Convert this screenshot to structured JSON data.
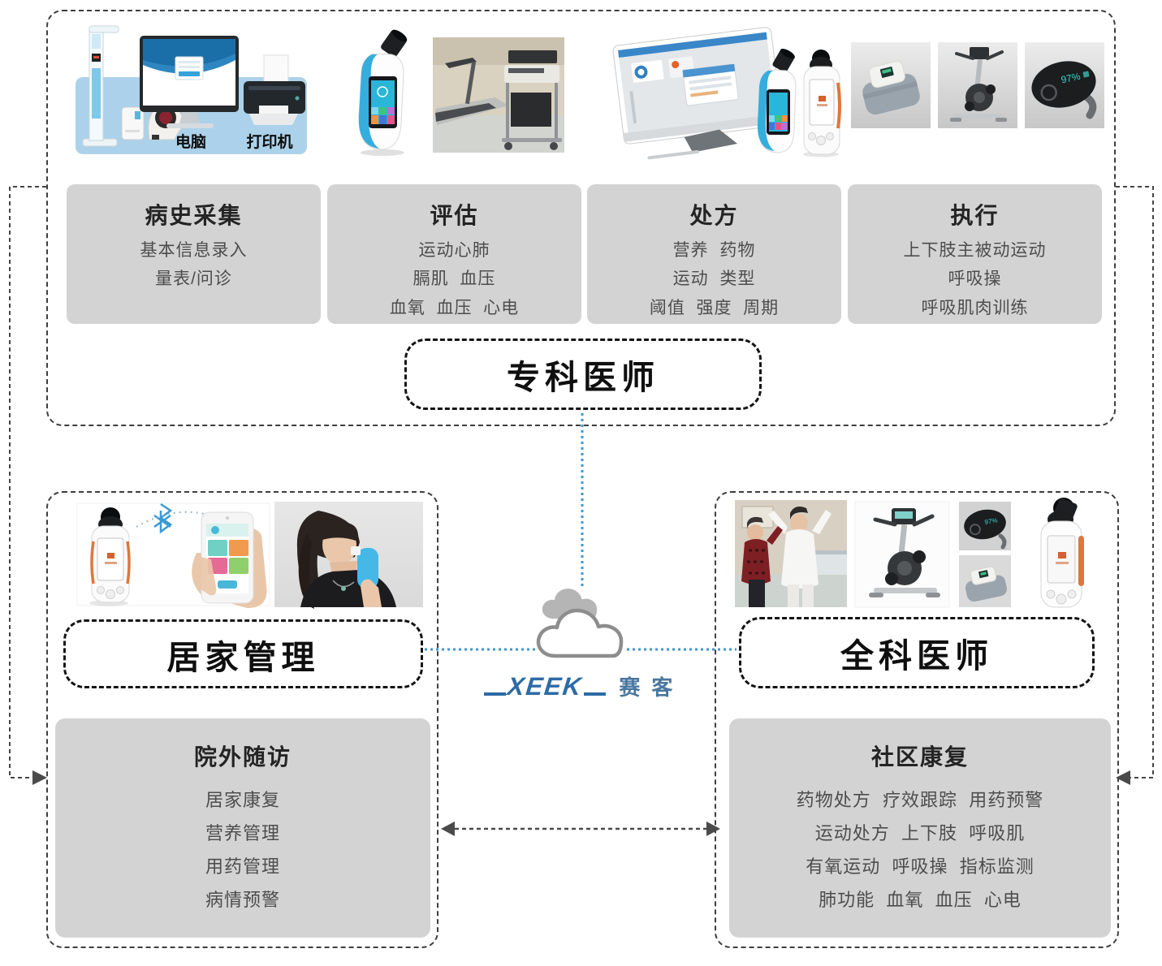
{
  "top": {
    "stages": [
      {
        "title": "病史采集",
        "lines": [
          "基本信息录入",
          "量表/问诊"
        ]
      },
      {
        "title": "评估",
        "lines": [
          "运动心肺",
          "膈肌  血压",
          "血氧  血压  心电"
        ]
      },
      {
        "title": "处方",
        "lines": [
          "营养  药物",
          "运动  类型",
          "阈值  强度  周期"
        ]
      },
      {
        "title": "执行",
        "lines": [
          "上下肢主被动运动",
          "呼吸操",
          "呼吸肌肉训练"
        ]
      }
    ],
    "equipment_labels": {
      "computer": "电脑",
      "printer": "打印机"
    },
    "role": "专科医师"
  },
  "cloud": {
    "brand_latin": "XEEK",
    "brand_cn": "赛客"
  },
  "home": {
    "role": "居家管理",
    "panel": {
      "title": "院外随访",
      "lines": [
        "居家康复",
        "营养管理",
        "用药管理",
        "病情预警"
      ]
    }
  },
  "community": {
    "role": "全科医师",
    "panel": {
      "title": "社区康复",
      "lines": [
        "药物处方  疗效跟踪  用药预警",
        "运动处方  上下肢  呼吸肌",
        "有氧运动  呼吸操  指标监测",
        "肺功能  血氧  血压  心电"
      ]
    }
  },
  "devices": {
    "oximeter_reading": "97%"
  },
  "colors": {
    "accent_blue": "#3f97cc",
    "logo_blue": "#2e6ba6",
    "panel_gray": "#d3d3d3",
    "arrow_gray": "#4a4a4a"
  }
}
